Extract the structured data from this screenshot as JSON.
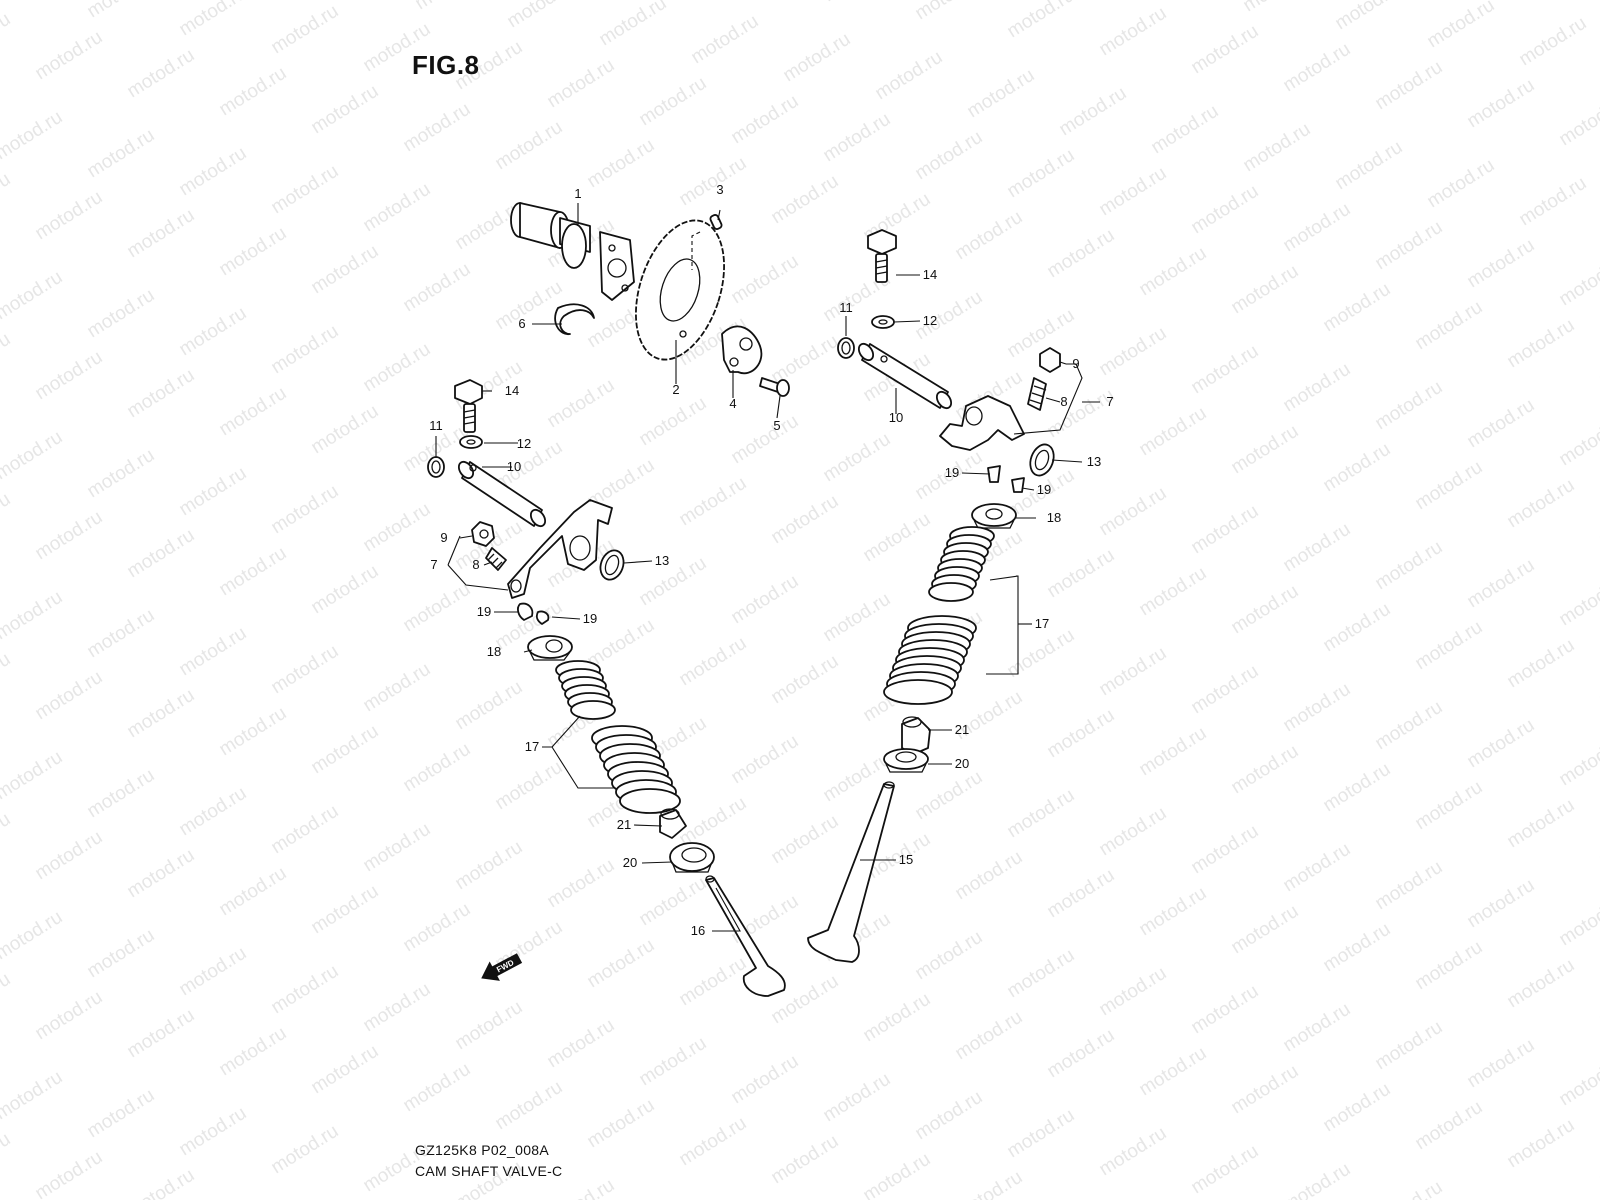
{
  "figure_title": "FIG.8",
  "watermark_text": "motod.ru",
  "fwd_label": "FWD",
  "footer": {
    "code": "GZ125K8 P02_008A",
    "name": "CAM SHAFT VALVE-C"
  },
  "callouts": [
    {
      "id": "c1",
      "label": "1"
    },
    {
      "id": "c2",
      "label": "2"
    },
    {
      "id": "c3",
      "label": "3"
    },
    {
      "id": "c4",
      "label": "4"
    },
    {
      "id": "c5",
      "label": "5"
    },
    {
      "id": "c6",
      "label": "6"
    },
    {
      "id": "c14a",
      "label": "14"
    },
    {
      "id": "c11a",
      "label": "11"
    },
    {
      "id": "c12a",
      "label": "12"
    },
    {
      "id": "c10a",
      "label": "10"
    },
    {
      "id": "c9a",
      "label": "9"
    },
    {
      "id": "c8a",
      "label": "8"
    },
    {
      "id": "c7a",
      "label": "7"
    },
    {
      "id": "c13a",
      "label": "13"
    },
    {
      "id": "c19a",
      "label": "19"
    },
    {
      "id": "c19b",
      "label": "19"
    },
    {
      "id": "c18a",
      "label": "18"
    },
    {
      "id": "c17a",
      "label": "17"
    },
    {
      "id": "c21a",
      "label": "21"
    },
    {
      "id": "c20a",
      "label": "20"
    },
    {
      "id": "c16",
      "label": "16"
    },
    {
      "id": "c14b",
      "label": "14"
    },
    {
      "id": "c11b",
      "label": "11"
    },
    {
      "id": "c12b",
      "label": "12"
    },
    {
      "id": "c10b",
      "label": "10"
    },
    {
      "id": "c9b",
      "label": "9"
    },
    {
      "id": "c8b",
      "label": "8"
    },
    {
      "id": "c7b",
      "label": "7"
    },
    {
      "id": "c13b",
      "label": "13"
    },
    {
      "id": "c19c",
      "label": "19"
    },
    {
      "id": "c19d",
      "label": "19"
    },
    {
      "id": "c18b",
      "label": "18"
    },
    {
      "id": "c17b",
      "label": "17"
    },
    {
      "id": "c21b",
      "label": "21"
    },
    {
      "id": "c20b",
      "label": "20"
    },
    {
      "id": "c15",
      "label": "15"
    }
  ]
}
